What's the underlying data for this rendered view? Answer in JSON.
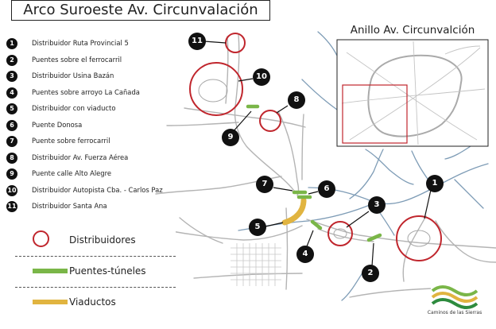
{
  "title": "Arco Suroeste Av. Circunvalación",
  "inset_title": "Anillo Av. Circunvalción",
  "items": [
    {
      "num": "1",
      "label": "Distribuidor Ruta Provincial 5"
    },
    {
      "num": "2",
      "label": "Puentes sobre el ferrocarril"
    },
    {
      "num": "3",
      "label": "Distribuidor Usina Bazán"
    },
    {
      "num": "4",
      "label": "Puentes sobre arroyo La Cañada"
    },
    {
      "num": "5",
      "label": "Distribuidor con viaducto"
    },
    {
      "num": "6",
      "label": "Puente Donosa"
    },
    {
      "num": "7",
      "label": "Puente sobre ferrocarril"
    },
    {
      "num": "8",
      "label": "Distribuidor Av. Fuerza Aérea"
    },
    {
      "num": "9",
      "label": "Puente calle Alto Alegre"
    },
    {
      "num": "10",
      "label": "Distribuidor Autopista Cba. - Carlos Paz"
    },
    {
      "num": "11",
      "label": "Distribuidor Santa Ana"
    }
  ],
  "legend": {
    "distribuidores": "Distribuidores",
    "puentes": "Puentes-túneles",
    "viaductos": "Viaductos"
  },
  "logo_text": "Caminos de las Sierras",
  "colors": {
    "distribuidor_ring": "#c0262d",
    "puente": "#7ab648",
    "viaducto": "#e1b440",
    "road": "#b4b4b4",
    "water": "#7e9cb6",
    "marker": "#111111"
  }
}
